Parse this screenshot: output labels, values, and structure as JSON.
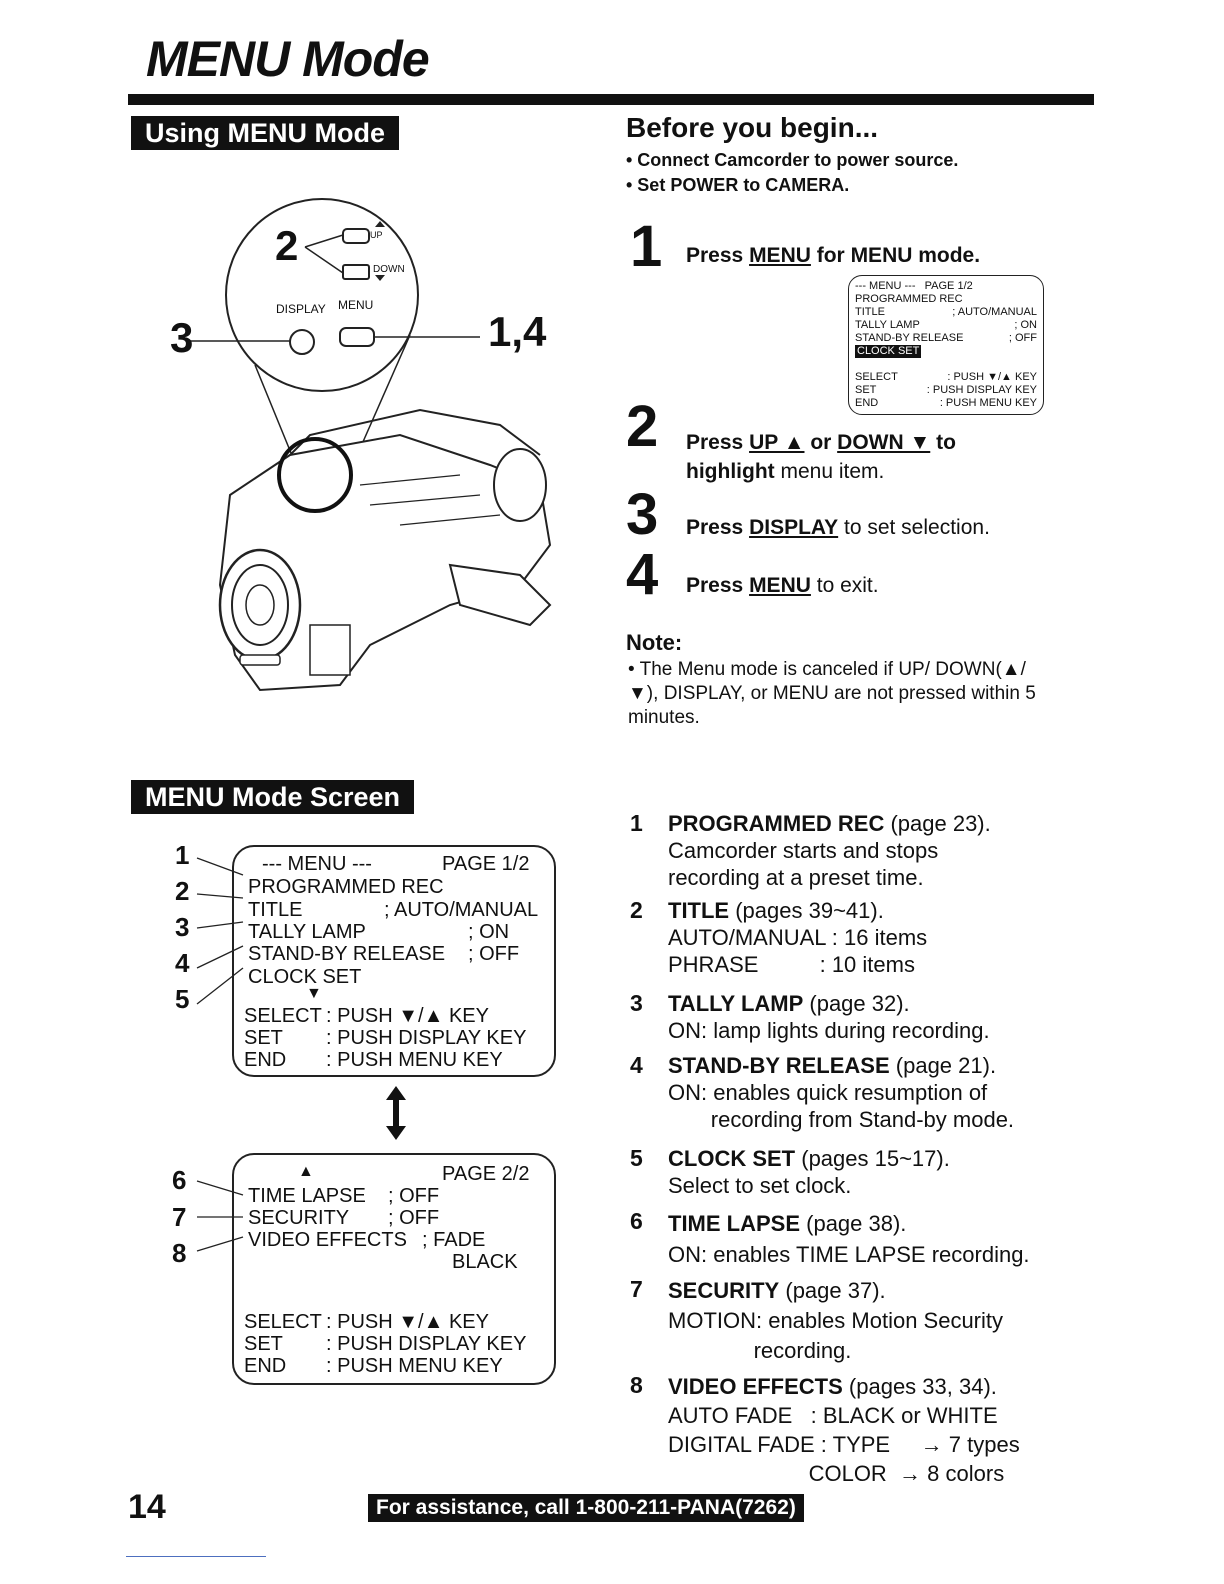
{
  "page": {
    "title": "MENU Mode",
    "section1": "Using MENU Mode",
    "section2": "MENU Mode Screen",
    "page_number": "14",
    "footer": "For assistance, call 1-800-211-PANA(7262)"
  },
  "illustration": {
    "labels": {
      "n2": "2",
      "n3": "3",
      "n14": "1,4",
      "up": "UP",
      "down": "DOWN",
      "display": "DISPLAY",
      "menu": "MENU"
    }
  },
  "before": {
    "title": "Before you begin...",
    "bullets": [
      "• Connect Camcorder to power source.",
      "• Set POWER to CAMERA."
    ]
  },
  "steps": [
    {
      "num": "1",
      "pre": "Press ",
      "key": "MENU",
      "post": " for MENU mode."
    },
    {
      "num": "2",
      "pre": "Press ",
      "key": "UP ▲",
      "mid": " or ",
      "key2": "DOWN ▼",
      "post": " to",
      "line2_bold": "highlight",
      "line2": " menu item."
    },
    {
      "num": "3",
      "pre": "Press ",
      "key": "DISPLAY",
      "post": " to set selection."
    },
    {
      "num": "4",
      "pre": "Press ",
      "key": "MENU",
      "post": " to exit."
    }
  ],
  "mini_osd": {
    "header": "--- MENU ---   PAGE 1/2",
    "rows": [
      [
        "PROGRAMMED REC",
        ""
      ],
      [
        "TITLE",
        "; AUTO/MANUAL"
      ],
      [
        "TALLY LAMP",
        "; ON"
      ],
      [
        "STAND-BY RELEASE",
        "; OFF"
      ]
    ],
    "highlight": "CLOCK SET",
    "footer": [
      [
        "SELECT",
        ": PUSH ▼/▲ KEY"
      ],
      [
        "SET",
        ": PUSH DISPLAY KEY"
      ],
      [
        "END",
        ": PUSH MENU KEY"
      ]
    ]
  },
  "note": {
    "title": "Note:",
    "text": "• The Menu mode is canceled if UP/ DOWN(▲/▼),  DISPLAY, or MENU are not pressed within 5 minutes."
  },
  "screen1": {
    "header_left": "--- MENU ---",
    "header_right": "PAGE  1/2",
    "rows": [
      [
        "PROGRAMMED REC",
        ""
      ],
      [
        "TITLE",
        "; AUTO/MANUAL"
      ],
      [
        "TALLY LAMP",
        "; ON"
      ],
      [
        "STAND-BY RELEASE",
        "; OFF"
      ],
      [
        "CLOCK SET",
        ""
      ]
    ],
    "footer": [
      [
        "SELECT",
        ": PUSH ▼/▲ KEY"
      ],
      [
        "SET",
        ": PUSH DISPLAY KEY"
      ],
      [
        "END",
        ": PUSH MENU KEY"
      ]
    ],
    "callouts": [
      "1",
      "2",
      "3",
      "4",
      "5"
    ]
  },
  "screen2": {
    "header_right": "PAGE  2/2",
    "rows": [
      [
        "TIME LAPSE",
        "; OFF"
      ],
      [
        "SECURITY",
        "; OFF"
      ],
      [
        "VIDEO EFFECTS",
        "; FADE"
      ],
      [
        "",
        "BLACK"
      ]
    ],
    "footer": [
      [
        "SELECT",
        ": PUSH ▼/▲ KEY"
      ],
      [
        "SET",
        ": PUSH DISPLAY KEY"
      ],
      [
        "END",
        ": PUSH MENU KEY"
      ]
    ],
    "callouts": [
      "6",
      "7",
      "8"
    ]
  },
  "items": [
    {
      "num": "1",
      "name": "PROGRAMMED REC",
      "ref": " (page 23).",
      "lines": [
        "Camcorder starts and stops",
        "recording at a preset time."
      ]
    },
    {
      "num": "2",
      "name": "TITLE",
      "ref": " (pages 39~41).",
      "lines": [
        "AUTO/MANUAL : 16 items",
        "PHRASE          : 10 items"
      ]
    },
    {
      "num": "3",
      "name": "TALLY LAMP",
      "ref": " (page 32).",
      "lines": [
        "ON: lamp lights during recording."
      ]
    },
    {
      "num": "4",
      "name": "STAND-BY RELEASE",
      "ref": " (page 21).",
      "lines": [
        "ON: enables quick resumption of",
        "       recording from Stand-by mode."
      ]
    },
    {
      "num": "5",
      "name": "CLOCK SET",
      "ref": " (pages 15~17).",
      "lines": [
        "Select to set clock."
      ]
    },
    {
      "num": "6",
      "name": "TIME LAPSE",
      "ref": " (page 38).",
      "lines": [
        "ON: enables TIME LAPSE recording."
      ]
    },
    {
      "num": "7",
      "name": "SECURITY",
      "ref": " (page 37).",
      "lines": [
        "MOTION: enables Motion Security",
        "              recording."
      ]
    },
    {
      "num": "8",
      "name": "VIDEO EFFECTS",
      "ref": " (pages 33, 34).",
      "lines": [
        "AUTO FADE   : BLACK or WHITE",
        "DIGITAL FADE : TYPE     → 7 types",
        "                       COLOR  → 8 colors"
      ]
    }
  ]
}
